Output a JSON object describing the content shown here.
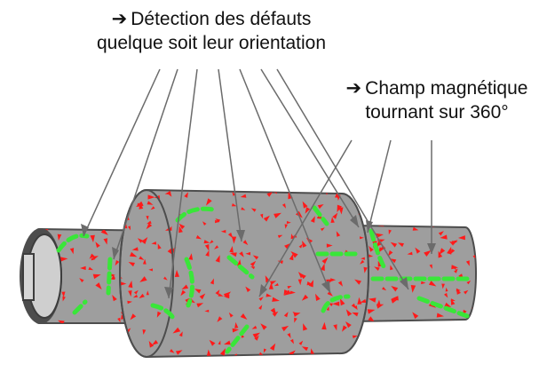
{
  "labels": {
    "defects": {
      "arrow": "➔",
      "line1": "Détection des défauts",
      "line2": "quelque soit leur orientation"
    },
    "field": {
      "arrow": "➔",
      "line1": "Champ magnétique",
      "line2": "tournant sur 360°"
    }
  },
  "colors": {
    "pipe": "#9e9e9e",
    "pipe_dark": "#4d4d4d",
    "bore": "#c9c9c9",
    "defect": "#39e639",
    "field_arrow": "#ff1a1a",
    "leader": "#6b6b6b"
  },
  "icons": {
    "label_arrow": "heavy-right-arrow-icon",
    "field_arrows": "red-triangle-arrow-icon"
  }
}
